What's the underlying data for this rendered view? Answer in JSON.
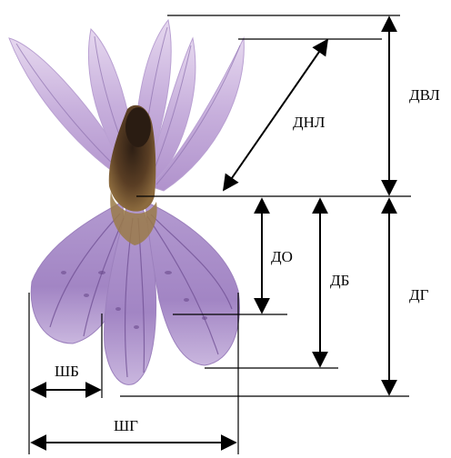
{
  "labels": {
    "dvl": "ДВЛ",
    "dnl": "ДНЛ",
    "do": "ДО",
    "db": "ДБ",
    "dg": "ДГ",
    "shb": "ШБ",
    "shg": "ШГ"
  },
  "colors": {
    "petal_light": "#c9b3db",
    "petal_mid": "#a98cc8",
    "vein": "#7b5a9a",
    "center_dark": "#3b2a1a",
    "center_brown": "#8a6a3a",
    "line": "#000000"
  }
}
